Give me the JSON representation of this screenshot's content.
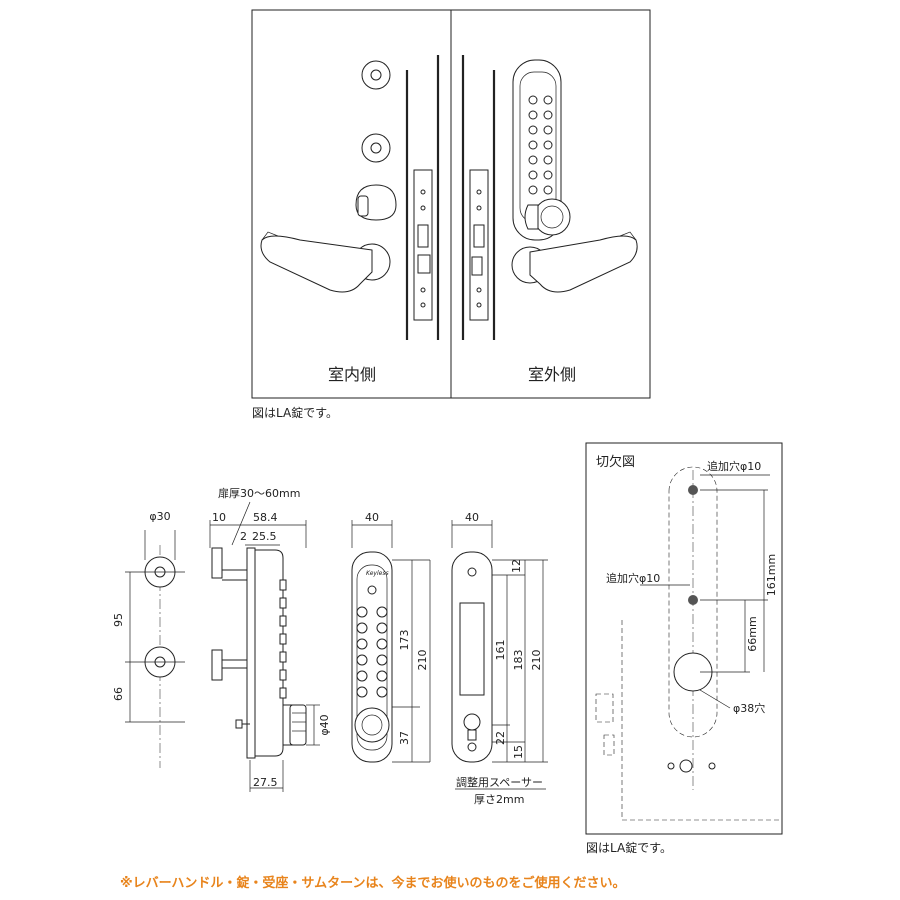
{
  "top_panel": {
    "label_inside": "室内側",
    "label_outside": "室外側",
    "caption": "図はLA錠です。"
  },
  "door_view": {
    "thickness_label": "扉厚30〜60mm",
    "dim_10": "10",
    "dim_58_4": "58.4",
    "dim_2": "2",
    "dim_25_5": "25.5",
    "dim_27_5": "27.5",
    "dim_40": "φ40"
  },
  "inside_view": {
    "dim_phi30": "φ30",
    "dim_95": "95",
    "dim_66": "66"
  },
  "front_view": {
    "dim_40": "40",
    "dim_173": "173",
    "dim_210": "210",
    "dim_37": "37",
    "brand": "Keyless"
  },
  "back_view": {
    "dim_40": "40",
    "dim_12": "12",
    "dim_161": "161",
    "dim_183": "183",
    "dim_210": "210",
    "dim_22": "22",
    "dim_15": "15",
    "spacer_label": "調整用スペーサー",
    "spacer_thickness": "厚さ2mm"
  },
  "cutout": {
    "title": "切欠図",
    "hole_top": "追加穴φ10",
    "hole_mid": "追加穴φ10",
    "dim_161": "161mm",
    "dim_66": "66mm",
    "hole_main": "φ38穴",
    "caption": "図はLA錠です。"
  },
  "footer_note": "※レバーハンドル・錠・受座・サムターンは、今までお使いのものをご使用ください。",
  "colors": {
    "note": "#e8841c",
    "line": "#222222"
  }
}
